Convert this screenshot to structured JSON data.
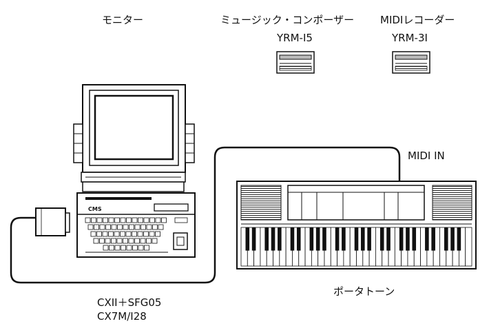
{
  "labels": {
    "monitor": "モニター",
    "music_composer": "ミュージック・コンポーザー",
    "midi_recorder": "MIDIレコーダー",
    "yrm15": "YRM-I5",
    "yrm31": "YRM-3I",
    "midi_in": "MIDI IN",
    "portatone": "ポータトーン",
    "computer_line1": "CXII＋SFG05",
    "computer_line2": "CX7M/I28"
  },
  "computer_brand": "CMS"
}
